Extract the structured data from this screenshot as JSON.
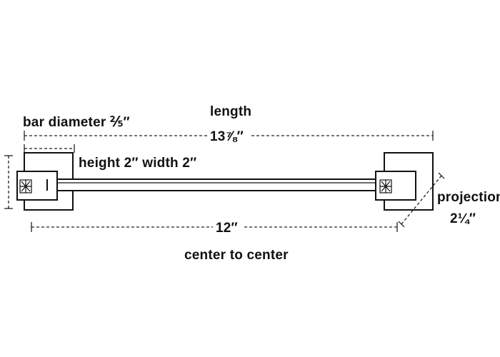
{
  "labels": {
    "bar_diameter": "bar diameter ⅖″",
    "length_title": "length",
    "length_value": "13⅞″",
    "height_width": "height 2″ width 2″",
    "projection_title": "projection",
    "projection_value": "2¼″",
    "center_value": "12″",
    "center_title": "center to center"
  }
}
